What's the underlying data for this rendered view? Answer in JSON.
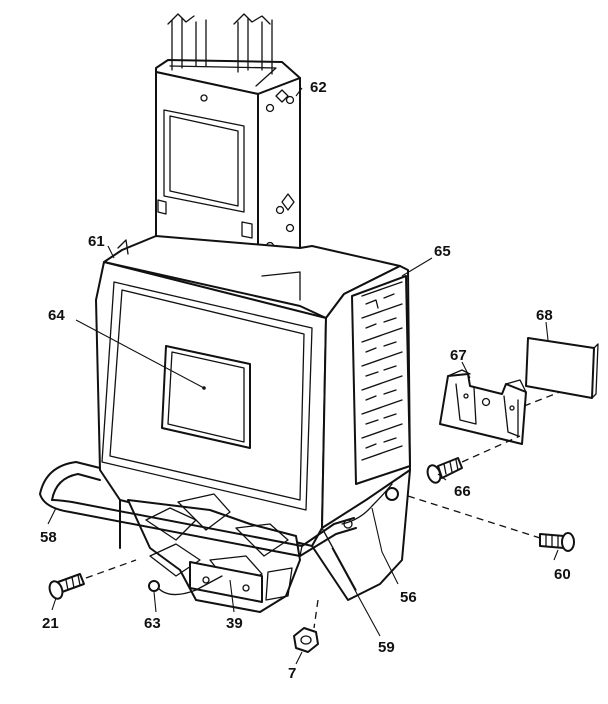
{
  "callouts": [
    {
      "id": "62",
      "label": "62"
    },
    {
      "id": "61",
      "label": "61"
    },
    {
      "id": "65",
      "label": "65"
    },
    {
      "id": "64",
      "label": "64"
    },
    {
      "id": "68",
      "label": "68"
    },
    {
      "id": "67",
      "label": "67"
    },
    {
      "id": "66",
      "label": "66"
    },
    {
      "id": "58",
      "label": "58"
    },
    {
      "id": "60",
      "label": "60"
    },
    {
      "id": "56",
      "label": "56"
    },
    {
      "id": "21",
      "label": "21"
    },
    {
      "id": "63",
      "label": "63"
    },
    {
      "id": "39",
      "label": "39"
    },
    {
      "id": "59",
      "label": "59"
    },
    {
      "id": "7",
      "label": "7"
    }
  ]
}
